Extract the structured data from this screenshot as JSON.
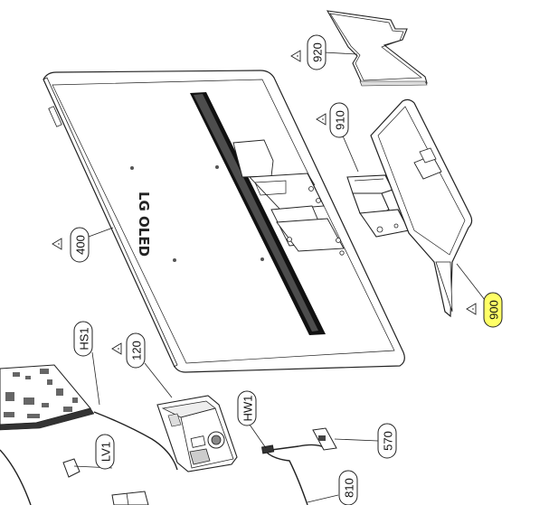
{
  "diagram": {
    "logo_text": "LG OLED",
    "parts": [
      {
        "id": "920",
        "highlight": false
      },
      {
        "id": "910",
        "highlight": false
      },
      {
        "id": "400",
        "highlight": false
      },
      {
        "id": "900",
        "highlight": true
      },
      {
        "id": "HS1",
        "highlight": false
      },
      {
        "id": "120",
        "highlight": false
      },
      {
        "id": "HW1",
        "highlight": false
      },
      {
        "id": "570",
        "highlight": false
      },
      {
        "id": "LV1",
        "highlight": false
      },
      {
        "id": "810",
        "highlight": false
      }
    ],
    "colors": {
      "line": "#222222",
      "highlight": "#ffff66",
      "vent": "#111111"
    }
  }
}
